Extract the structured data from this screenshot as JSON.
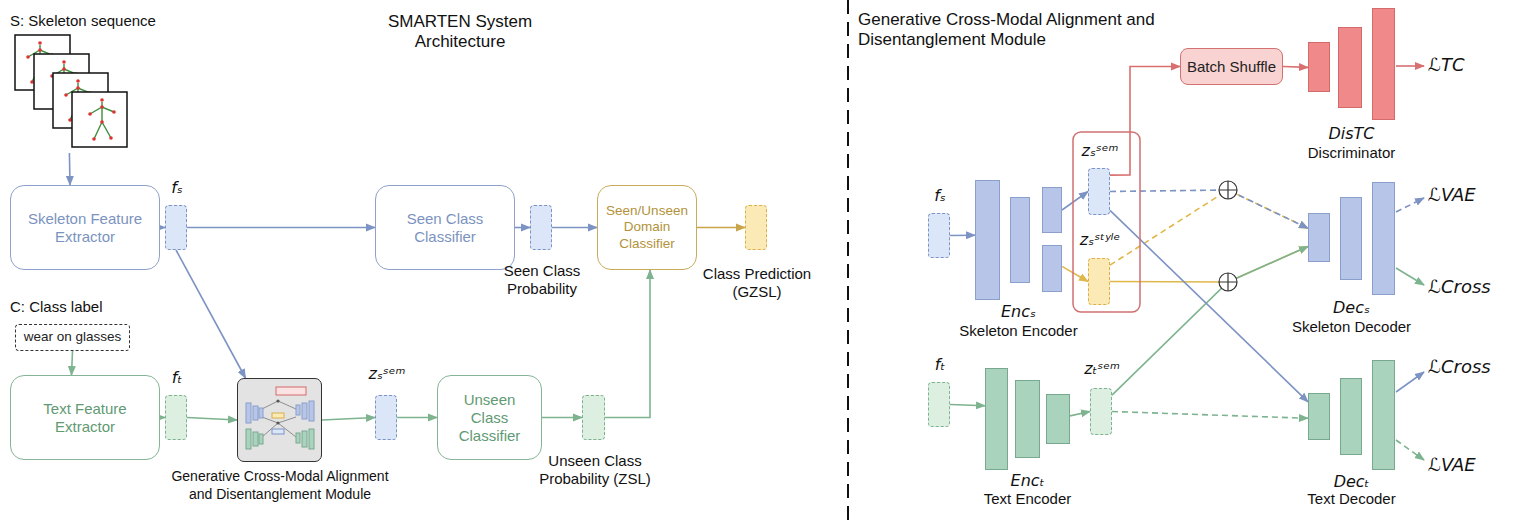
{
  "diagram": {
    "title": "SMARTEN System Architecture",
    "nodes": [
      {
        "text": [
          "S: Skeleton sequence"
        ]
      },
      {
        "text": [
          "Skeleton Feature Extractor"
        ]
      },
      {
        "text": [
          "fₛ"
        ]
      },
      {
        "text": [
          "Seen Class Classifier"
        ]
      },
      {
        "text": [
          "Seen Class Probability"
        ]
      },
      {
        "text": [
          "Seen/Unseen Domain Classifier"
        ]
      },
      {
        "text": [
          "Class Prediction (GZSL)"
        ]
      },
      {
        "text": [
          "wear on glasses"
        ]
      },
      {
        "text": [
          "Text Feature Extractor"
        ]
      },
      {
        "text": [
          "fₜ"
        ]
      },
      {
        "text": [
          "Generative Cross-Modal Alignment and Disentanglement Module"
        ]
      },
      {
        "text": [
          "zₛˢᵉᵐ"
        ]
      },
      {
        "text": [
          "Unseen Class Classifier"
        ]
      },
      {
        "text": [
          "Unseen Class Probability (ZSL)"
        ]
      },
      {
        "text": [
          "Batch Shuffle"
        ]
      },
      {
        "text": [
          "DisTC",
          "Discriminator"
        ]
      },
      {
        "text": [
          "fₛ"
        ]
      },
      {
        "text": [
          "Encₛ",
          "Skeleton Encoder"
        ]
      },
      {
        "text": [
          "zₛˢᵉᵐ"
        ]
      },
      {
        "text": [
          "zₛˢᵗʸˡᵉ"
        ]
      },
      {
        "text": [
          "Decₛ",
          "Skeleton Decoder"
        ]
      },
      {
        "text": [
          "fₜ"
        ]
      },
      {
        "text": [
          "Encₜ",
          "Text Encoder"
        ]
      },
      {
        "text": [
          "zₜˢᵉᵐ"
        ]
      },
      {
        "text": [
          "Decₜ",
          "Text Decoder"
        ]
      }
    ],
    "edges": [
      {
        "from": 0,
        "to": 1,
        "arrow": "to"
      },
      {
        "from": 1,
        "to": 2,
        "arrow": "to"
      },
      {
        "from": 2,
        "to": 3,
        "arrow": "to"
      },
      {
        "from": 3,
        "to": 4,
        "arrow": "to"
      },
      {
        "from": 4,
        "to": 5,
        "arrow": "to"
      },
      {
        "from": 5,
        "to": 6,
        "arrow": "to"
      },
      {
        "from": 7,
        "to": 8,
        "arrow": "to"
      },
      {
        "from": 8,
        "to": 9,
        "arrow": "to"
      },
      {
        "from": 9,
        "to": 10,
        "arrow": "to"
      },
      {
        "from": 2,
        "to": 10,
        "arrow": "to"
      },
      {
        "from": 10,
        "to": 11,
        "arrow": "to"
      },
      {
        "from": 11,
        "to": 12,
        "arrow": "to"
      },
      {
        "from": 12,
        "to": 13,
        "arrow": "to"
      },
      {
        "from": 13,
        "to": 5,
        "arrow": "to"
      },
      {
        "from": 16,
        "to": 17,
        "arrow": "to"
      },
      {
        "from": 17,
        "to": 18,
        "arrow": "to"
      },
      {
        "from": 17,
        "to": 19,
        "arrow": "to"
      },
      {
        "from": 18,
        "to": 14,
        "arrow": "to"
      },
      {
        "from": 14,
        "to": 15,
        "arrow": "to"
      },
      {
        "from": 21,
        "to": 22,
        "arrow": "to"
      },
      {
        "from": 22,
        "to": 23,
        "arrow": "to"
      },
      {
        "from": 19,
        "to": 20,
        "arrow": "to"
      },
      {
        "from": 19,
        "to": 20,
        "arrow": "to"
      },
      {
        "from": 18,
        "to": 20,
        "arrow": "to"
      },
      {
        "from": 23,
        "to": 20,
        "arrow": "to"
      },
      {
        "from": 18,
        "to": 24,
        "arrow": "to"
      },
      {
        "from": 23,
        "to": 24,
        "arrow": "to"
      }
    ],
    "labels": [
      "Generative Cross-Modal Alignment and Disentanglement Module",
      "C: Class label",
      "ℒTC",
      "ℒVAE",
      "ℒCross",
      "ℒCross",
      "ℒVAE"
    ]
  }
}
